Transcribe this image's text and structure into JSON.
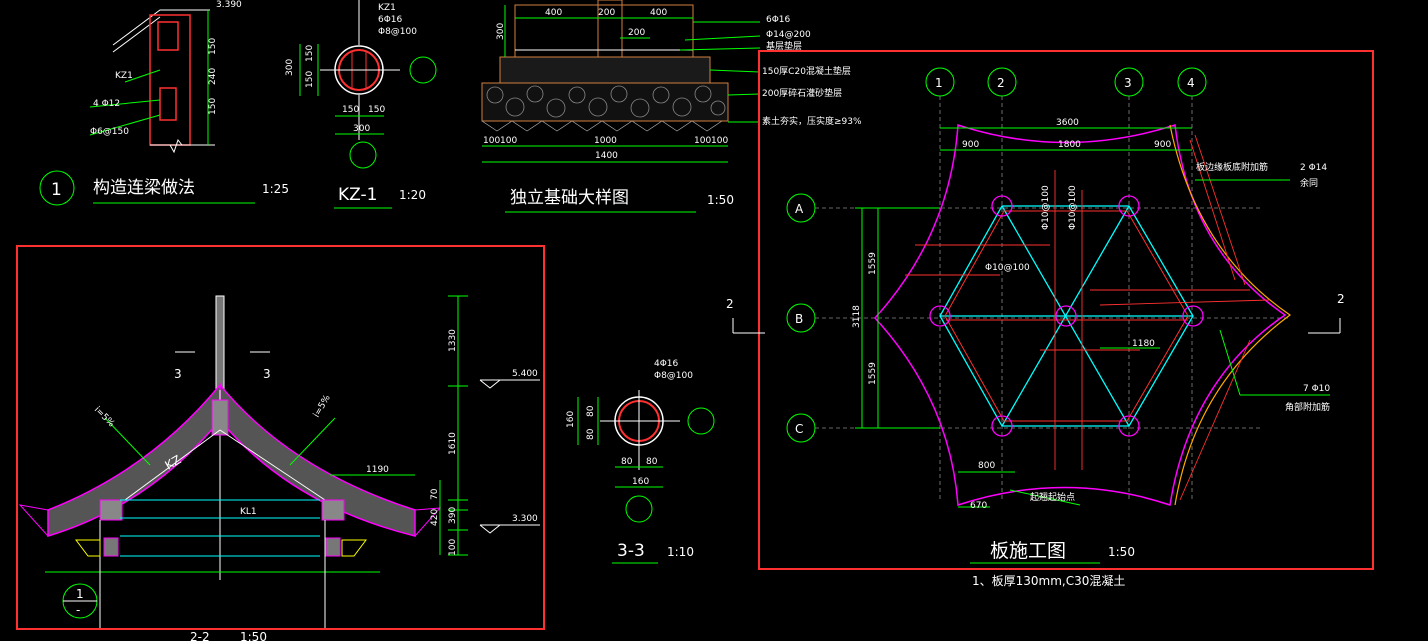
{
  "titles": {
    "detail1_num": "1",
    "detail1_title": "构造连梁做法",
    "detail1_scale": "1:25",
    "kz1_title": "KZ-1",
    "kz1_scale": "1:20",
    "foundation_title": "独立基础大样图",
    "foundation_scale": "1:50",
    "sec33_title": "3-3",
    "sec33_scale": "1:10",
    "slab_title": "板施工图",
    "slab_scale": "1:50",
    "slab_note": "1、板厚130mm,C30混凝土",
    "sec22_title": "2-2",
    "sec22_scale": "1:50"
  },
  "detail1": {
    "kz1": "KZ1",
    "rebar": "4 Φ12",
    "stirrup": "Φ6@150",
    "top_elev": "3.390",
    "dims": [
      "150",
      "240",
      "150"
    ]
  },
  "kz1": {
    "rebar_label": "KZ1",
    "rebar1": "6Φ16",
    "rebar2": "Φ8@100",
    "dim_h": [
      "150",
      "150"
    ],
    "dim_total_h": "300",
    "dim_w": [
      "150",
      "150"
    ],
    "dim_total_w": "300"
  },
  "foundation": {
    "top_dims": [
      "400",
      "200",
      "400"
    ],
    "dim_200": "200",
    "dim_300": "300",
    "notes": [
      "6Φ16",
      "Φ14@200",
      "基层垫层",
      "150厚C20混凝土垫层",
      "200厚碎石灌砂垫层",
      "素土夯实，压实度≥93%"
    ],
    "bottom_dims": [
      "100",
      "100",
      "1000",
      "100",
      "100"
    ],
    "bottom_total": "1400"
  },
  "section33": {
    "rebar1": "4Φ16",
    "rebar2": "Φ8@100",
    "dim_h": [
      "80",
      "80"
    ],
    "dim_total_h": "160",
    "dim_w": [
      "80",
      "80"
    ],
    "dim_total_w": "160"
  },
  "section22": {
    "cut_left": "3",
    "cut_right": "3",
    "slope_left": "i=5%",
    "slope_right": "i=5%",
    "kz": "KZ",
    "kl1": "KL1",
    "elev_top": "5.400",
    "elev_mid": "3.300",
    "dims_v": [
      "1330",
      "1610",
      "70",
      "390",
      "420",
      "100"
    ],
    "eave": "1190",
    "grid_num": "1"
  },
  "slab": {
    "axes_top": [
      "1",
      "2",
      "3",
      "4"
    ],
    "axes_left": [
      "A",
      "B",
      "C"
    ],
    "cut_mark": "2",
    "dims_top": [
      "3600",
      "900",
      "1800",
      "900"
    ],
    "dims_left": [
      "1559",
      "3118",
      "1559"
    ],
    "rebar_a": "Φ10@100",
    "rebar_b": "Φ10@100",
    "rebar_c": "Φ10@100",
    "edge_note": "板边缘板底附加筋",
    "edge_rebar": "2 Φ14",
    "edge_pos": "余同",
    "add_rebar": "7 Φ10",
    "add_note": "角部附加筋",
    "dim_1180": "1180",
    "dim_800": "800",
    "dim_670": "670",
    "start_note": "起翘起始点"
  },
  "colors": {
    "frame": "#ff3030",
    "dim": "#00ff00",
    "text": "#ffffff",
    "slab": "#ff00ff",
    "beam": "#00ffff"
  }
}
